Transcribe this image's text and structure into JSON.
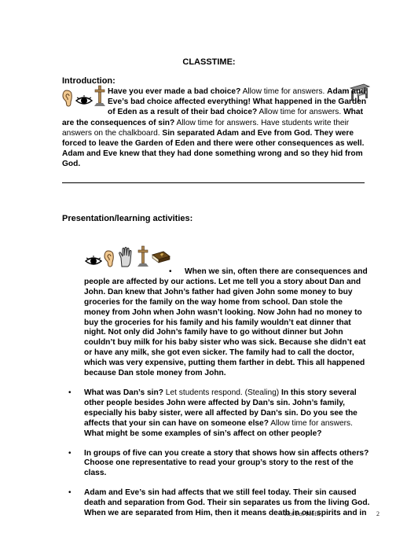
{
  "title": "CLASSTIME:",
  "introduction": {
    "heading": "Introduction:",
    "icons": [
      "ear-icon",
      "eye-icon",
      "cross-icon"
    ],
    "segments": [
      {
        "text": "Have you ever made a bad choice?",
        "bold": true
      },
      {
        "text": " Allow time for answers. ",
        "bold": false
      },
      {
        "text": "Adam and Eve’s bad choice affected everything!  What happened in the Garden of Eden as a result of their bad choice?",
        "bold": true
      },
      {
        "text": " Allow time for answers. ",
        "bold": false
      },
      {
        "text": "What are the consequences of sin?",
        "bold": true
      },
      {
        "text": " Allow time for answers. Have students write their answers on the chalkboard. ",
        "bold": false
      },
      {
        "text": "Sin separated Adam and Eve from God. They were forced to leave the Garden of Eden and there were other consequences as well. Adam and Eve knew that they had done something wrong and so they hid from God.",
        "bold": true
      }
    ]
  },
  "presentation": {
    "heading": "Presentation/learning activities:",
    "items": [
      {
        "segments": [
          {
            "text": "When we sin, often there are consequences and people are affected by our actions. Let me tell you a story about Dan and John. Dan knew that John’s father had given John some money to buy groceries for the family on the way home from school. Dan stole the money from John when John wasn’t looking. Now John had no money to buy the groceries for his family and his family wouldn’t eat dinner that night. Not only did John’s family have to go without dinner but John couldn’t buy milk for his baby sister who was sick. Because she didn’t eat or have any milk, she got even sicker. The family had to call the doctor, which was very expensive, putting them farther in debt. This all happened because Dan stole money from John.",
            "bold": true
          }
        ]
      },
      {
        "segments": [
          {
            "text": "What was Dan’s sin?",
            "bold": true
          },
          {
            "text": " Let students respond. (Stealing) ",
            "bold": false
          },
          {
            "text": "In this story several other people besides John were affected by Dan’s sin. John’s family, especially his baby sister, were all affected by Dan’s sin.  Do you see the affects that your sin can have on someone else?",
            "bold": true
          },
          {
            "text": " Allow time for answers. ",
            "bold": false
          },
          {
            "text": "What might be some examples of sin’s affect on other people?",
            "bold": true
          }
        ]
      },
      {
        "segments": [
          {
            "text": "In groups of five can you create a story that shows how sin affects others? Choose one representative to read your group’s story to the rest of the class.",
            "bold": true
          }
        ]
      },
      {
        "segments": [
          {
            "text": "Adam and Eve’s sin had affects that we still feel today. Their sin caused death and separation from God.  Their sin separates us from the living God. When we are separated from Him, then it means death in our spirits and in",
            "bold": true
          }
        ]
      }
    ]
  },
  "footer": {
    "text": "Not For Profit",
    "page": "2"
  }
}
